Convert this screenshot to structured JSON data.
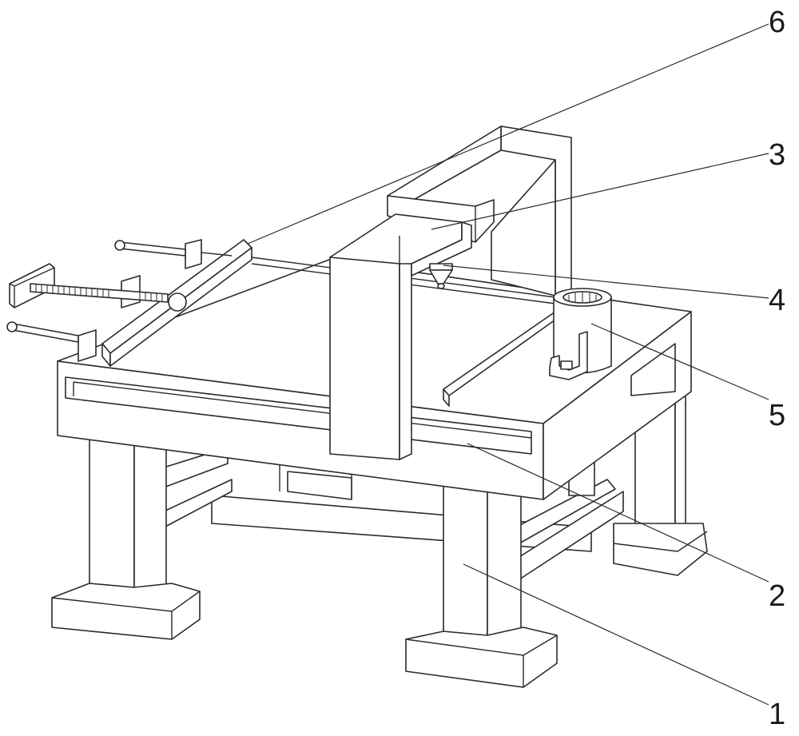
{
  "labels": [
    {
      "id": "1",
      "text": "1"
    },
    {
      "id": "2",
      "text": "2"
    },
    {
      "id": "3",
      "text": "3"
    },
    {
      "id": "4",
      "text": "4"
    },
    {
      "id": "5",
      "text": "5"
    },
    {
      "id": "6",
      "text": "6"
    }
  ],
  "colors": {
    "line": "#2a2a2a",
    "fill": "#ffffff"
  }
}
